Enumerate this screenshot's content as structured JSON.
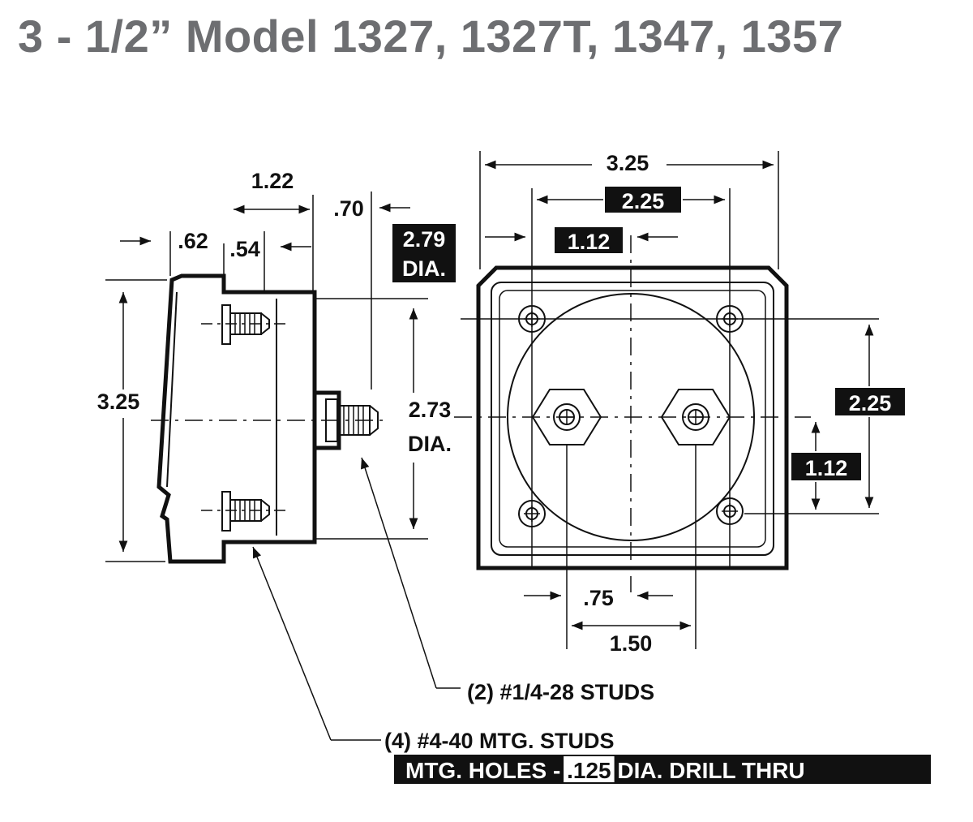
{
  "title": "3 - 1/2” Model 1327, 1327T, 1347, 1357",
  "dimensions": {
    "side_overall_depth": "1.22",
    "side_front_bezel": ".62",
    "side_case_step": ".54",
    "side_stud_length": ".70",
    "side_height": "3.25",
    "side_rear_dia_value": "2.79",
    "side_rear_dia_unit": "DIA.",
    "side_case_dia_value": "2.73",
    "side_case_dia_unit": "DIA.",
    "front_width": "3.25",
    "front_mtg_spacing": "2.25",
    "front_mtg_half": "1.12",
    "front_vert_mtg_spacing": "2.25",
    "front_vert_mtg_half": "1.12",
    "front_stud_half_spacing": ".75",
    "front_stud_spacing": "1.50"
  },
  "notes": {
    "studs": "(2) #1/4-28 STUDS",
    "mtg_studs": "(4) #4-40 MTG. STUDS",
    "mtg_holes_a": "MTG. HOLES - ",
    "mtg_holes_b": ".125",
    "mtg_holes_c": " DIA. DRILL THRU"
  },
  "colors": {
    "title": "#6d6e71",
    "ink": "#111111",
    "paper": "#ffffff"
  }
}
